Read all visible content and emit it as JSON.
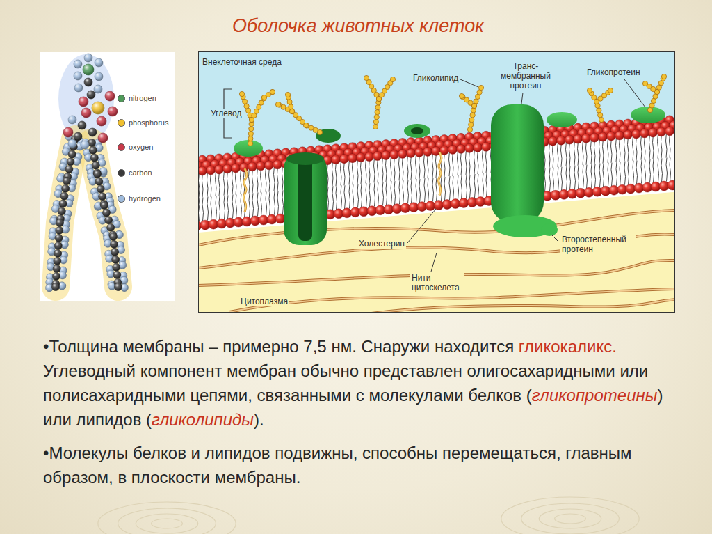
{
  "diagram": {
    "title": "Оболочка животных клеток",
    "labels": [
      "Внеклеточная среда",
      "Углевод",
      "Гликолипид",
      "Транс- мембранный протеин",
      "Гликопротеин",
      "Холестерин",
      "Второстепенный протеин",
      "Нити цитоскелета",
      "Цитоплазма",
      "•Толщина мембраны – примерно 7,5 нм. Снаружи находится",
      "гликокаликс.",
      "Углеводный компонент мембран обычно представлен олигосахаридными или полисахаридными цепями, связанными с молекулами белков (",
      "гликопротеины",
      ") или липидов (",
      "гликолипиды",
      ").",
      "•Молекулы белков и липидов подвижны, способны перемещаться, главным образом, в плоскости мембраны."
    ],
    "legend": [
      {
        "text": "nitrogen",
        "color": "#4f9a5a"
      },
      {
        "text": "phosphorus",
        "color": "#f0c030"
      },
      {
        "text": "oxygen",
        "color": "#c83a4a"
      },
      {
        "text": "carbon",
        "color": "#3a3a3a"
      },
      {
        "text": "hydrogen",
        "color": "#9fbbdc"
      }
    ]
  }
}
